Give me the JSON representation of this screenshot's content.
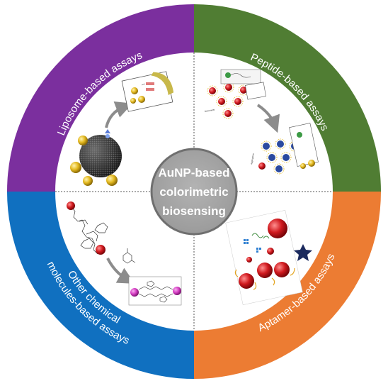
{
  "center": {
    "lines": [
      "AuNP-based",
      "colorimetric",
      "biosensing"
    ]
  },
  "quadrants": [
    {
      "key": "liposome",
      "label": "Liposome-based assays",
      "color": "#7b2f9e"
    },
    {
      "key": "peptide",
      "label": "Peptide-based assays",
      "color": "#507d33"
    },
    {
      "key": "aptamer",
      "label": "Aptamer-based assays",
      "color": "#ec7c33"
    },
    {
      "key": "other",
      "label": "Other chemical",
      "label2": "molecules-based assays",
      "color": "#1070c0"
    }
  ],
  "colors": {
    "center_fill": "#a6a6a6",
    "gold": "#e3b81e",
    "nanoparticle_red": "#d0191e",
    "magenta": "#d63fc4",
    "arrow": "#8c8c8c"
  }
}
